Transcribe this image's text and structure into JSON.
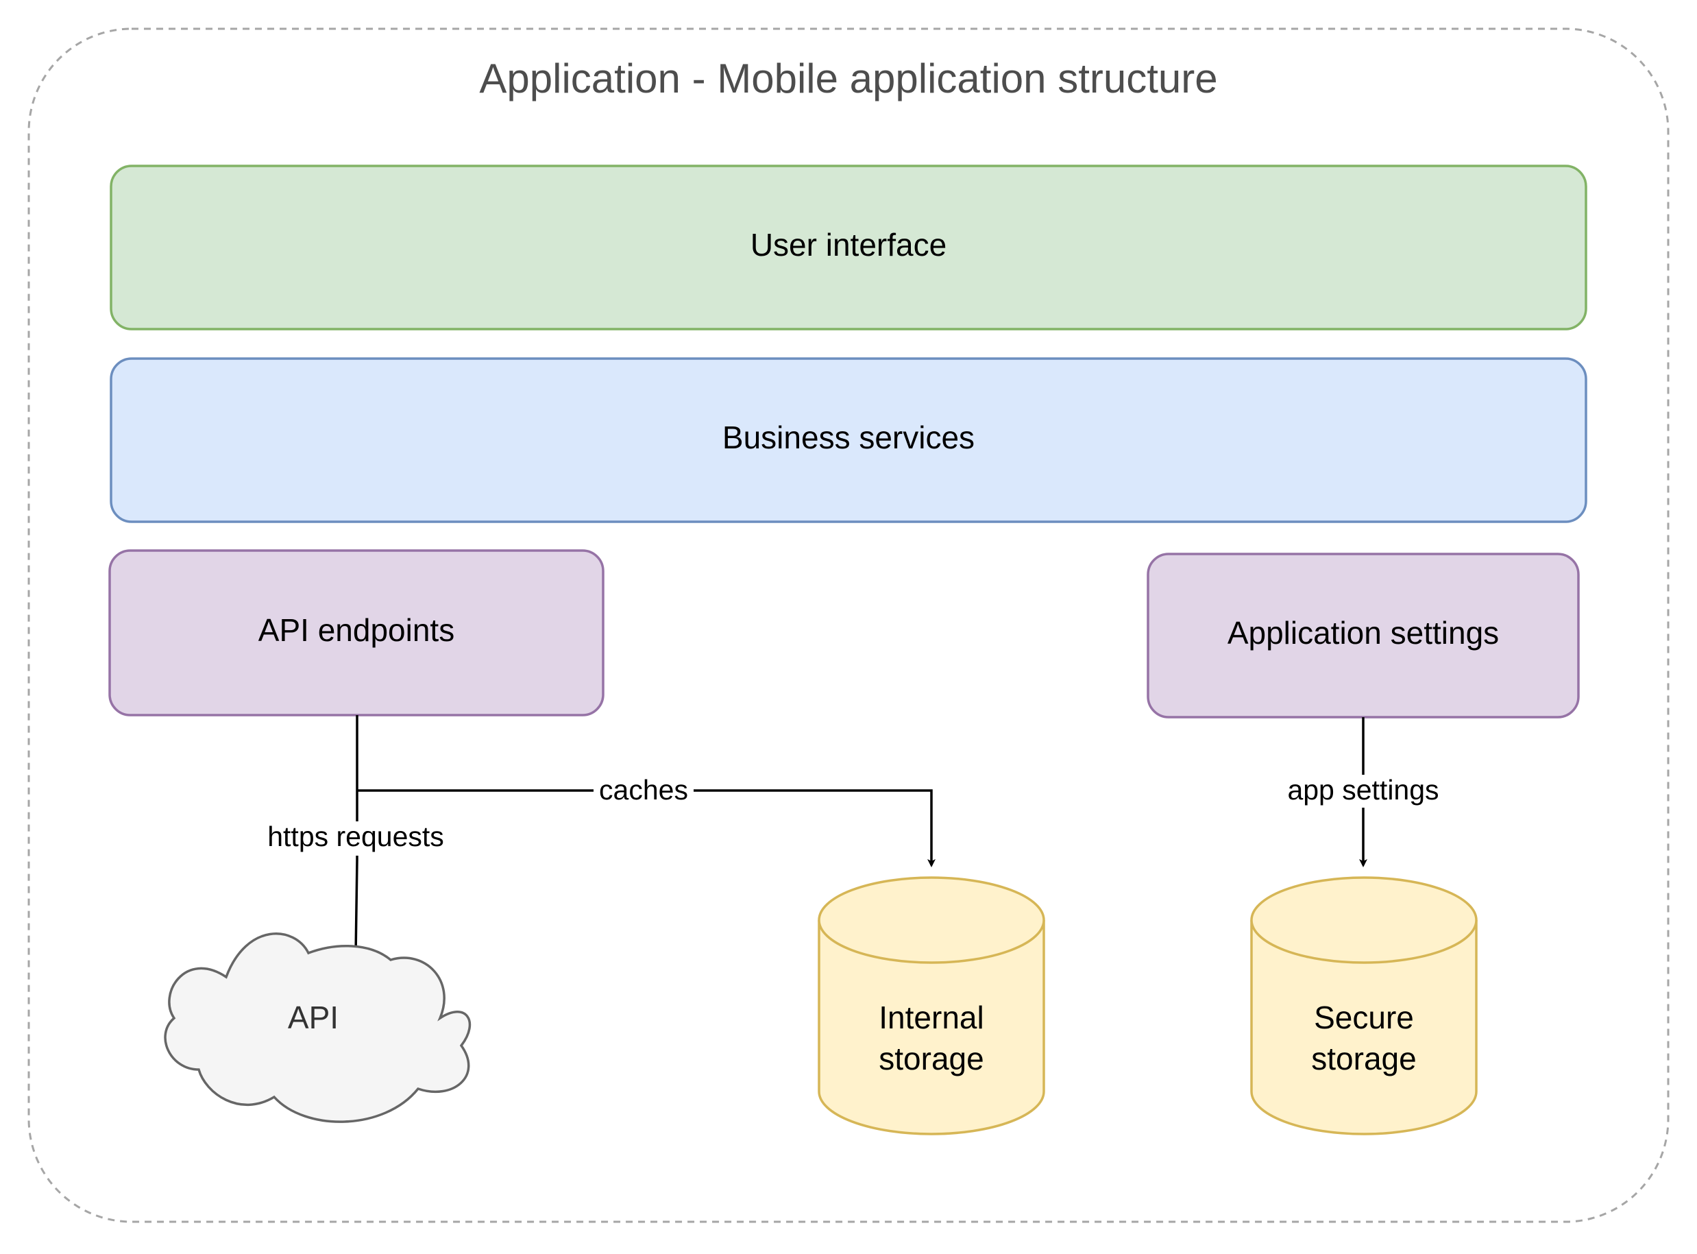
{
  "diagram": {
    "title": "Application - Mobile application structure",
    "nodes": {
      "user_interface": {
        "label": "User interface",
        "fill": "#d5e8d4",
        "stroke": "#82b366"
      },
      "business_services": {
        "label": "Business services",
        "fill": "#dae8fc",
        "stroke": "#6c8ebf"
      },
      "api_endpoints": {
        "label": "API endpoints",
        "fill": "#e1d5e7",
        "stroke": "#9673a6"
      },
      "application_settings": {
        "label": "Application settings",
        "fill": "#e1d5e7",
        "stroke": "#9673a6"
      },
      "api_cloud": {
        "label": "API",
        "fill": "#f5f5f5",
        "stroke": "#666666"
      },
      "internal_storage": {
        "label_line1": "Internal",
        "label_line2": "storage",
        "fill": "#fff2cc",
        "stroke": "#d6b656"
      },
      "secure_storage": {
        "label_line1": "Secure",
        "label_line2": "storage",
        "fill": "#fff2cc",
        "stroke": "#d6b656"
      }
    },
    "edges": {
      "https_requests": {
        "label": "https requests",
        "from": "API endpoints",
        "to": "API"
      },
      "caches": {
        "label": "caches",
        "from": "API endpoints",
        "to": "Internal storage"
      },
      "app_settings": {
        "label": "app settings",
        "from": "Application settings",
        "to": "Secure storage"
      }
    },
    "container_stroke": "#a6a6a6"
  }
}
